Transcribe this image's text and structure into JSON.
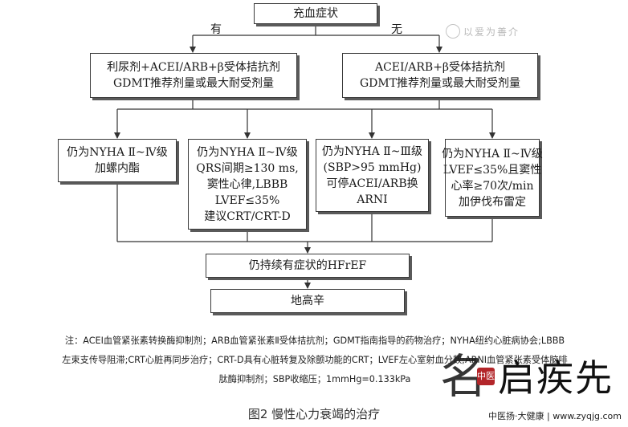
{
  "flowchart": {
    "root": "充血症状",
    "branch_yes": "有",
    "branch_no": "无",
    "left_box": [
      "利尿剂+ACEI/ARB+β受体拮抗剂",
      "GDMT推荐剂量或最大耐受剂量"
    ],
    "right_box": [
      "ACEI/ARB+β受体拮抗剂",
      "GDMT推荐剂量或最大耐受剂量"
    ],
    "options": [
      [
        "仍为NYHA Ⅱ~Ⅳ级",
        "加螺内酯"
      ],
      [
        "仍为NYHA Ⅱ~Ⅳ级",
        "QRS间期≥130 ms,",
        "窦性心律,LBBB",
        "LVEF≤35%",
        "建议CRT/CRT-D"
      ],
      [
        "仍为NYHA Ⅱ~Ⅲ级",
        "(SBP>95 mmHg)",
        "可停ACEI/ARB换",
        "ARNI"
      ],
      [
        "仍为NYHA Ⅱ~Ⅳ级",
        "LVEF≤35%且窦性",
        "心率≥70次/min",
        "加伊伐布雷定"
      ]
    ],
    "persistent": "仍持续有症状的HFrEF",
    "final": "地高辛"
  },
  "note": {
    "lines": [
      "注：ACEI血管紧张素转换酶抑制剂；ARB血管紧张素Ⅱ受体拮抗剂；GDMT指南指导的药物治疗；NYHA纽约心脏病协会;LBBB",
      "左束支传导阻滞;CRT心脏再同步治疗；CRT-D具有心脏转复及除颤功能的CRT；LVEF左心室射血分数;ARNI血管紧张素受体脑啡",
      "肽酶抑制剂；SBP收缩压；1mmHg=0.133kPa"
    ]
  },
  "caption": "图2 慢性心力衰竭的治疗",
  "watermark": {
    "top_text": "以爱为善介",
    "brand_brush": "名",
    "brand_badge": "中医",
    "brand_name": "启疾先",
    "brand_site": "中医扬·大健康 | www.zyqjg.com"
  }
}
